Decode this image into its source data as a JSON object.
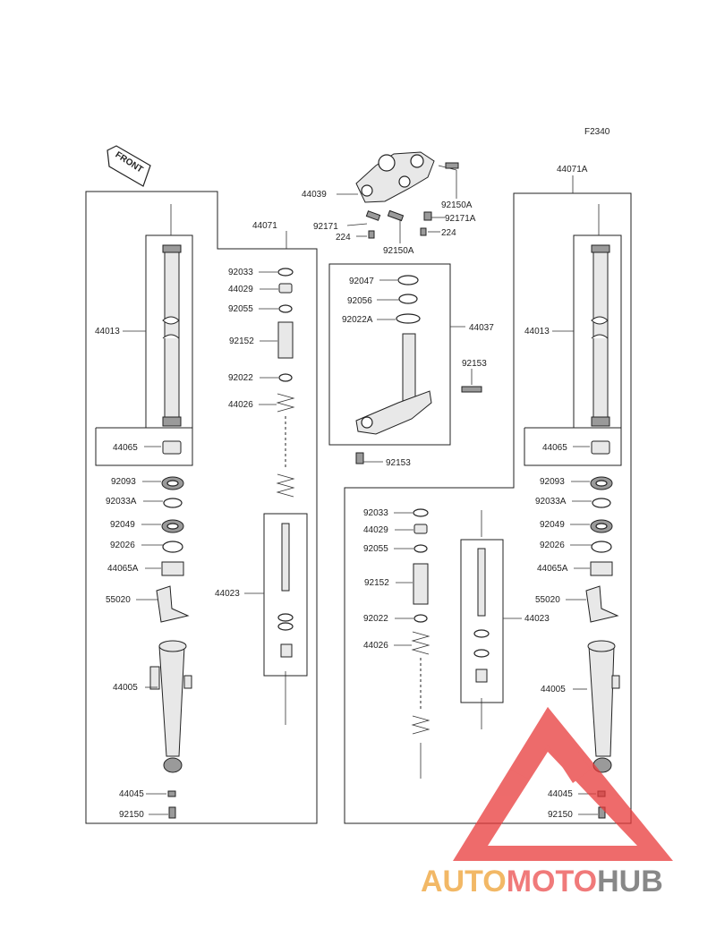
{
  "figure_code": "F2340",
  "front_label": "FRONT",
  "top_parts": {
    "bracket": "44039",
    "bolt_a": "92150A",
    "bolt_b": "92150A",
    "clamp_a": "92171",
    "clamp_b": "92171A",
    "screw_a": "224",
    "screw_b": "224"
  },
  "left_assembly": {
    "group": "44071",
    "tube": "44013",
    "guide": "44065",
    "seal": "92093",
    "clip": "92033A",
    "oil_seal": "92049",
    "washer": "92026",
    "guide_a": "44065A",
    "cover": "55020",
    "outer": "44005",
    "gasket": "44045",
    "bolt": "92150"
  },
  "left_inner": {
    "ring": "92033",
    "collar": "44029",
    "oring": "92055",
    "pipe": "92152",
    "ring2": "92022",
    "spring": "44026",
    "cylinder": "44023"
  },
  "stem_group": {
    "group": "44037",
    "nut": "92047",
    "washer": "92056",
    "ring": "92022A",
    "bolt_top": "92153",
    "bolt_bottom": "92153"
  },
  "right_assembly": {
    "group": "44071A",
    "tube": "44013",
    "guide": "44065",
    "seal": "92093",
    "clip": "92033A",
    "oil_seal": "92049",
    "washer": "92026",
    "guide_a": "44065A",
    "cover": "55020",
    "outer": "44005",
    "gasket": "44045",
    "bolt": "92150"
  },
  "right_inner": {
    "ring": "92033",
    "collar": "44029",
    "oring": "92055",
    "pipe": "92152",
    "ring2": "92022",
    "spring": "44026",
    "cylinder": "44023"
  },
  "watermark": {
    "part1": "AUTO",
    "part2": "MOTO",
    "part3": "HUB",
    "color1": "#f2b866",
    "color2": "#f07a7a",
    "color3": "#888888",
    "triangle_color": "#e83a3a"
  }
}
